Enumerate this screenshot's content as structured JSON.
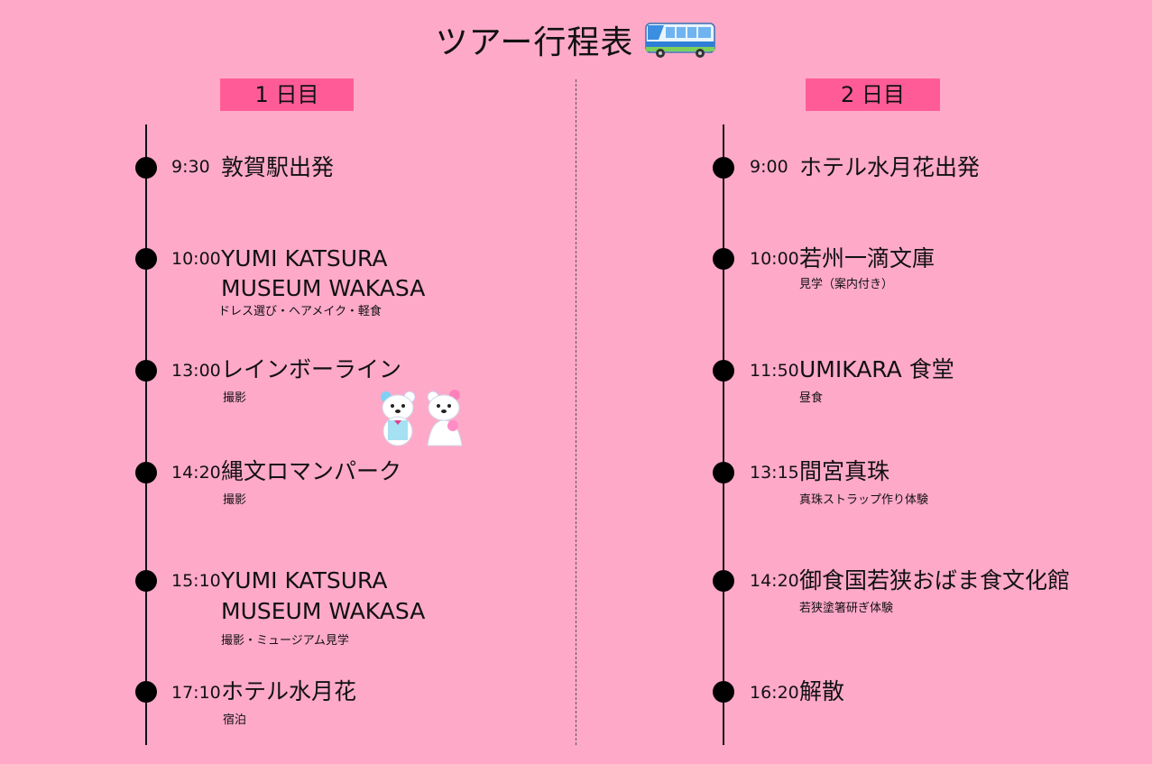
{
  "title": "ツアー行程表",
  "icons": {
    "title_icon": "bus-icon",
    "illustration": "bride-groom-bears-illustration"
  },
  "colors": {
    "background": "#ffa9c9",
    "day_header": "#ff5c97",
    "timeline": "#111111"
  },
  "day1": {
    "label": "1 日目",
    "stops": [
      {
        "time": "9:30",
        "place": "敦賀駅出発",
        "note": ""
      },
      {
        "time": "10:00",
        "place": "YUMI KATSURA",
        "place2": "MUSEUM WAKASA",
        "note": "ドレス選び・ヘアメイク・軽食"
      },
      {
        "time": "13:00",
        "place": "レインボーライン",
        "note": "撮影"
      },
      {
        "time": "14:20",
        "place": "縄文ロマンパーク",
        "note": "撮影"
      },
      {
        "time": "15:10",
        "place": "YUMI KATSURA",
        "place2": "MUSEUM WAKASA",
        "note": "撮影・ミュージアム見学"
      },
      {
        "time": "17:10",
        "place": "ホテル水月花",
        "note": "宿泊"
      }
    ]
  },
  "day2": {
    "label": "2 日目",
    "stops": [
      {
        "time": "9:00",
        "place": "ホテル水月花出発",
        "note": ""
      },
      {
        "time": "10:00",
        "place": "若州一滴文庫",
        "note": "見学（案内付き）"
      },
      {
        "time": "11:50",
        "place": "UMIKARA 食堂",
        "note": "昼食"
      },
      {
        "time": "13:15",
        "place": "間宮真珠",
        "note": "真珠ストラップ作り体験"
      },
      {
        "time": "14:20",
        "place": "御食国若狭おばま食文化館",
        "note": "若狭塗箸研ぎ体験"
      },
      {
        "time": "16:20",
        "place": "解散",
        "note": ""
      }
    ]
  }
}
